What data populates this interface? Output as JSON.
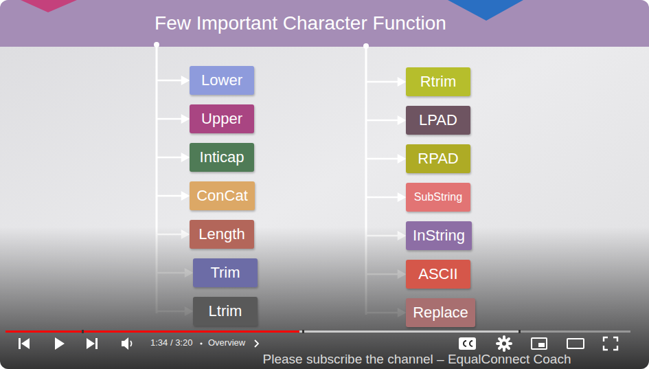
{
  "diagram": {
    "title": "Few Important Character Function",
    "nodes": [
      {
        "text": [
          "Lower"
        ]
      },
      {
        "text": [
          "Upper"
        ]
      },
      {
        "text": [
          "Inticap"
        ]
      },
      {
        "text": [
          "ConCat"
        ]
      },
      {
        "text": [
          "Length"
        ]
      },
      {
        "text": [
          "Trim"
        ]
      },
      {
        "text": [
          "Ltrim"
        ]
      },
      {
        "text": [
          "Rtrim"
        ]
      },
      {
        "text": [
          "LPAD"
        ]
      },
      {
        "text": [
          "RPAD"
        ]
      },
      {
        "text": [
          "SubString"
        ]
      },
      {
        "text": [
          "InString"
        ]
      },
      {
        "text": [
          "ASCII"
        ]
      },
      {
        "text": [
          "Replace"
        ]
      }
    ],
    "labels": [
      "1:34 / 3:20",
      "Overview",
      "Please subscribe the channel – EqualConnect Coach"
    ]
  }
}
